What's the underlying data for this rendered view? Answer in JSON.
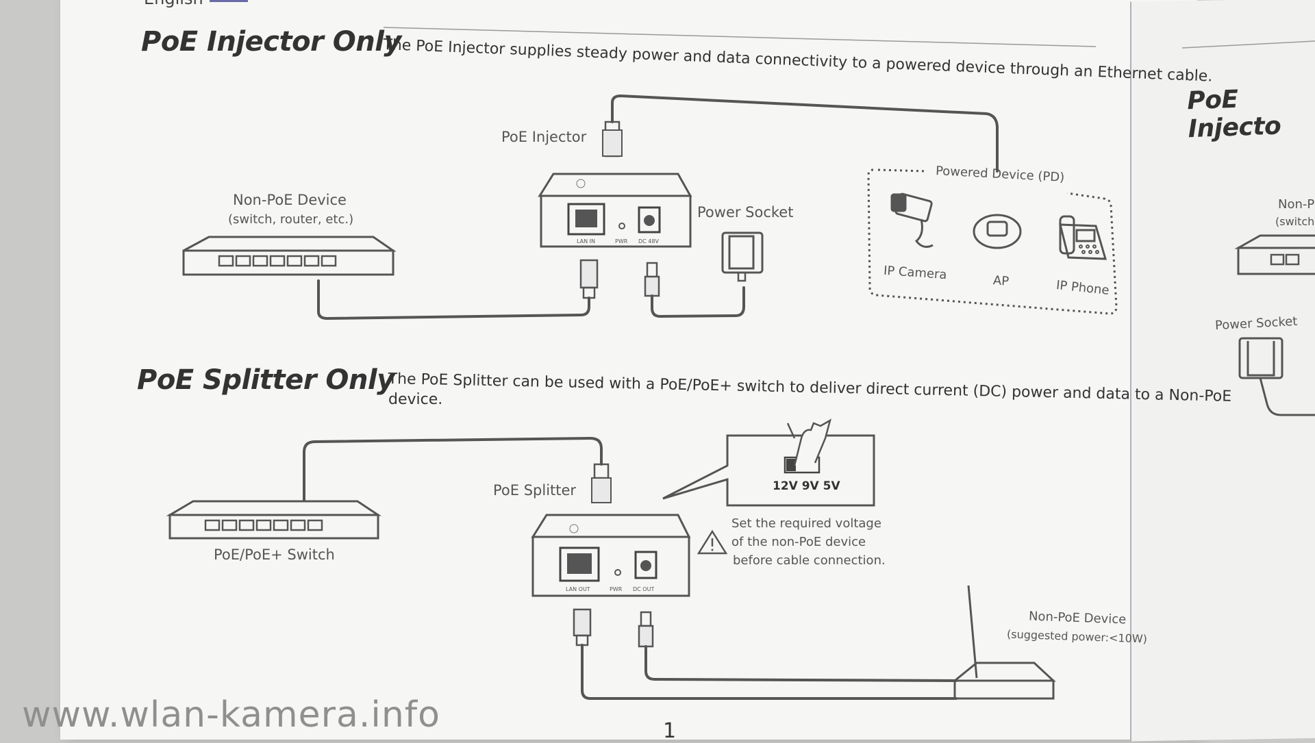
{
  "header": {
    "language_tab": "English"
  },
  "injector_section": {
    "title": "PoE Injector Only",
    "description": "The PoE Injector supplies steady power and data connectivity to a powered device through an Ethernet cable.",
    "labels": {
      "injector": "PoE Injector",
      "non_poe_device": "Non-PoE Device",
      "non_poe_device_sub": "(switch, router, etc.)",
      "power_socket": "Power Socket",
      "powered_device": "Powered Device (PD)",
      "ip_camera": "IP Camera",
      "ap": "AP",
      "ip_phone": "IP Phone",
      "port_lan_in": "LAN IN",
      "port_pwr": "PWR",
      "port_dc": "DC 48V"
    }
  },
  "splitter_section": {
    "title": "PoE Splitter Only",
    "description_line1": "The PoE Splitter can be used with a PoE/PoE+ switch to deliver direct current (DC) power and data to a Non-PoE",
    "description_line2": "device.",
    "labels": {
      "splitter": "PoE Splitter",
      "switch": "PoE/PoE+ Switch",
      "voltage_options": "12V 9V 5V",
      "warning_line1": "Set the required voltage",
      "warning_line2": "of the non-PoE device",
      "warning_line3": "before cable connection.",
      "non_poe_device": "Non-PoE Device",
      "non_poe_device_sub": "(suggested power:<10W)",
      "port_lan_out": "LAN OUT",
      "port_pwr": "PWR",
      "port_dc": "DC OUT"
    }
  },
  "right_page": {
    "title": "PoE Injecto",
    "label_nonpoe": "Non-P",
    "label_switch": "(switch",
    "label_power_socket": "Power Socket"
  },
  "page_number": "1",
  "watermark": "www.wlan-kamera.info"
}
